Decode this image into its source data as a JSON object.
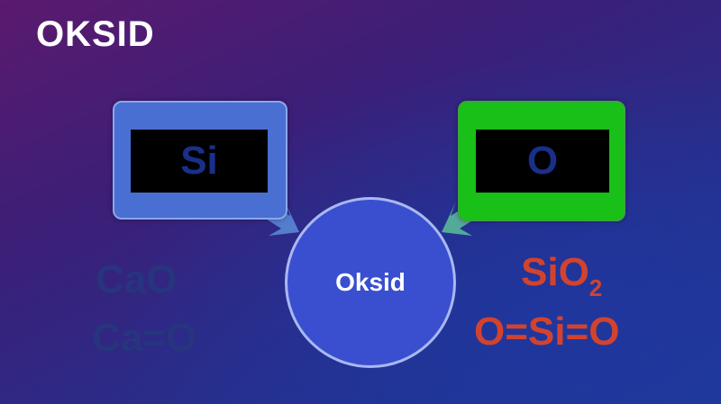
{
  "title": "OKSID",
  "boxes": {
    "left": {
      "label": "Si",
      "color": "#4a6fd2"
    },
    "right": {
      "label": "O",
      "color": "#18c018"
    }
  },
  "center": {
    "label": "Oksid",
    "color": "#3a4fcf"
  },
  "left_formulas": {
    "line1": "CaO",
    "line2": "Ca=O",
    "color": "#27347e"
  },
  "right_formulas": {
    "line1_base": "SiO",
    "line1_sub": "2",
    "line2": "O=Si=O",
    "color": "#d2432f"
  },
  "arrows": [
    "Si -> Oksid",
    "O -> Oksid"
  ]
}
